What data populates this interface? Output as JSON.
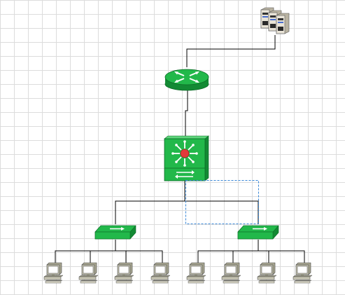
{
  "diagram": {
    "grid": true,
    "colors": {
      "device_green": "#22b84a",
      "device_green_dark": "#138a34",
      "core_center_red": "#e23a3a",
      "selection_blue": "#3a88d8",
      "cable": "#000000",
      "grid_line": "#dcdcdc",
      "pc_body": "#c9c7b5",
      "server_body": "#e8e3d6"
    },
    "nodes": [
      {
        "id": "server-rack",
        "icon": "server-rack-icon"
      },
      {
        "id": "router",
        "icon": "router-icon"
      },
      {
        "id": "core-switch",
        "icon": "layer3-switch-icon"
      },
      {
        "id": "access-switch-1",
        "icon": "workgroup-switch-icon"
      },
      {
        "id": "access-switch-2",
        "icon": "workgroup-switch-icon"
      },
      {
        "id": "pc-1",
        "icon": "workstation-icon"
      },
      {
        "id": "pc-2",
        "icon": "workstation-icon"
      },
      {
        "id": "pc-3",
        "icon": "workstation-icon"
      },
      {
        "id": "pc-4",
        "icon": "workstation-icon"
      },
      {
        "id": "pc-5",
        "icon": "workstation-icon"
      },
      {
        "id": "pc-6",
        "icon": "workstation-icon"
      },
      {
        "id": "pc-7",
        "icon": "workstation-icon"
      },
      {
        "id": "pc-8",
        "icon": "workstation-icon"
      }
    ],
    "links": [
      {
        "from": "server-rack",
        "to": "router"
      },
      {
        "from": "router",
        "to": "core-switch"
      },
      {
        "from": "core-switch",
        "to": "access-switch-1"
      },
      {
        "from": "core-switch",
        "to": "access-switch-2"
      },
      {
        "from": "access-switch-1",
        "to": "pc-1"
      },
      {
        "from": "access-switch-1",
        "to": "pc-2"
      },
      {
        "from": "access-switch-1",
        "to": "pc-3"
      },
      {
        "from": "access-switch-1",
        "to": "pc-4"
      },
      {
        "from": "access-switch-2",
        "to": "pc-5"
      },
      {
        "from": "access-switch-2",
        "to": "pc-6"
      },
      {
        "from": "access-switch-2",
        "to": "pc-7"
      },
      {
        "from": "access-switch-2",
        "to": "pc-8"
      }
    ],
    "selection": {
      "style": "dashed"
    }
  }
}
